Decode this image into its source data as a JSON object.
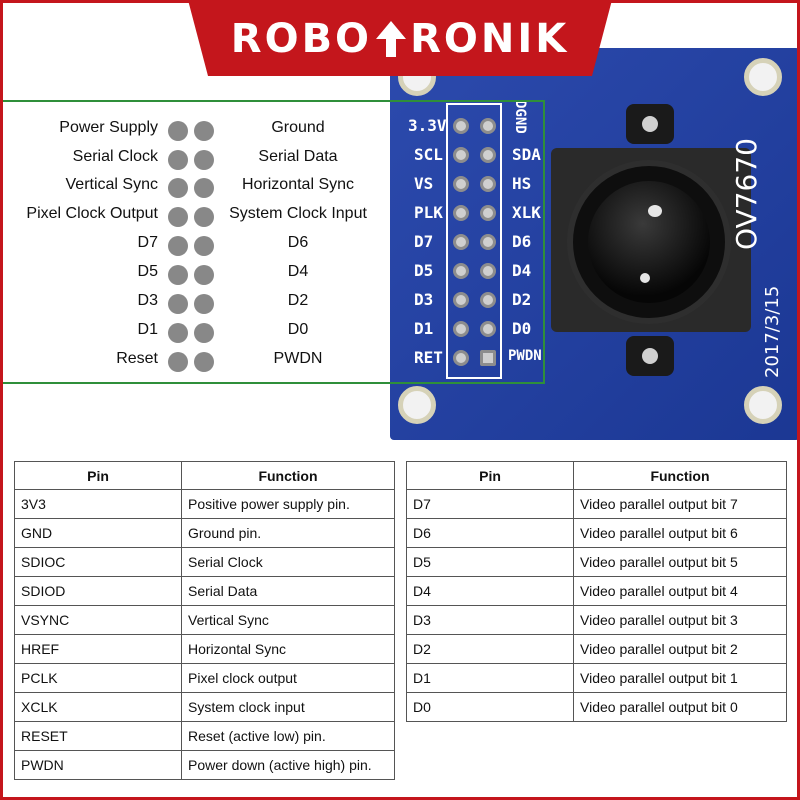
{
  "banner": {
    "brand_left": "ROBO",
    "brand_right": "RONIK",
    "color": "#c4161c"
  },
  "board": {
    "model": "OV7670",
    "date": "2017/3/15",
    "color": "#1f3fa8",
    "pins_left": [
      "3.3V",
      "SCL",
      "VS",
      "PLK",
      "D7",
      "D5",
      "D3",
      "D1",
      "RET"
    ],
    "pins_right": [
      "DGND",
      "SDA",
      "HS",
      "XLK",
      "D6",
      "D4",
      "D2",
      "D0",
      "PWDN"
    ]
  },
  "legend": {
    "rows": [
      {
        "left": "Power Supply",
        "right": "Ground"
      },
      {
        "left": "Serial Clock",
        "right": "Serial Data"
      },
      {
        "left": "Vertical Sync",
        "right": "Horizontal Sync"
      },
      {
        "left": "Pixel Clock Output",
        "right": "System Clock Input"
      },
      {
        "left": "D7",
        "right": "D6"
      },
      {
        "left": "D5",
        "right": "D4"
      },
      {
        "left": "D3",
        "right": "D2"
      },
      {
        "left": "D1",
        "right": "D0"
      },
      {
        "left": "Reset",
        "right": "PWDN"
      }
    ]
  },
  "table_left": {
    "headers": [
      "Pin",
      "Function"
    ],
    "rows": [
      [
        "3V3",
        "Positive power supply pin."
      ],
      [
        "GND",
        "Ground pin."
      ],
      [
        "SDIOC",
        "Serial Clock"
      ],
      [
        "SDIOD",
        "Serial Data"
      ],
      [
        "VSYNC",
        "Vertical Sync"
      ],
      [
        "HREF",
        "Horizontal Sync"
      ],
      [
        "PCLK",
        "Pixel clock output"
      ],
      [
        "XCLK",
        "System clock input"
      ],
      [
        "RESET",
        "Reset (active low) pin."
      ],
      [
        "PWDN",
        "Power down (active high) pin."
      ]
    ]
  },
  "table_right": {
    "headers": [
      "Pin",
      "Function"
    ],
    "rows": [
      [
        "D7",
        "Video parallel output bit 7"
      ],
      [
        "D6",
        "Video parallel output bit 6"
      ],
      [
        "D5",
        "Video parallel output bit 5"
      ],
      [
        "D4",
        "Video parallel output bit 4"
      ],
      [
        "D3",
        "Video parallel output bit 3"
      ],
      [
        "D2",
        "Video parallel output bit 2"
      ],
      [
        "D1",
        "Video parallel output bit 1"
      ],
      [
        "D0",
        "Video parallel output bit 0"
      ]
    ]
  }
}
